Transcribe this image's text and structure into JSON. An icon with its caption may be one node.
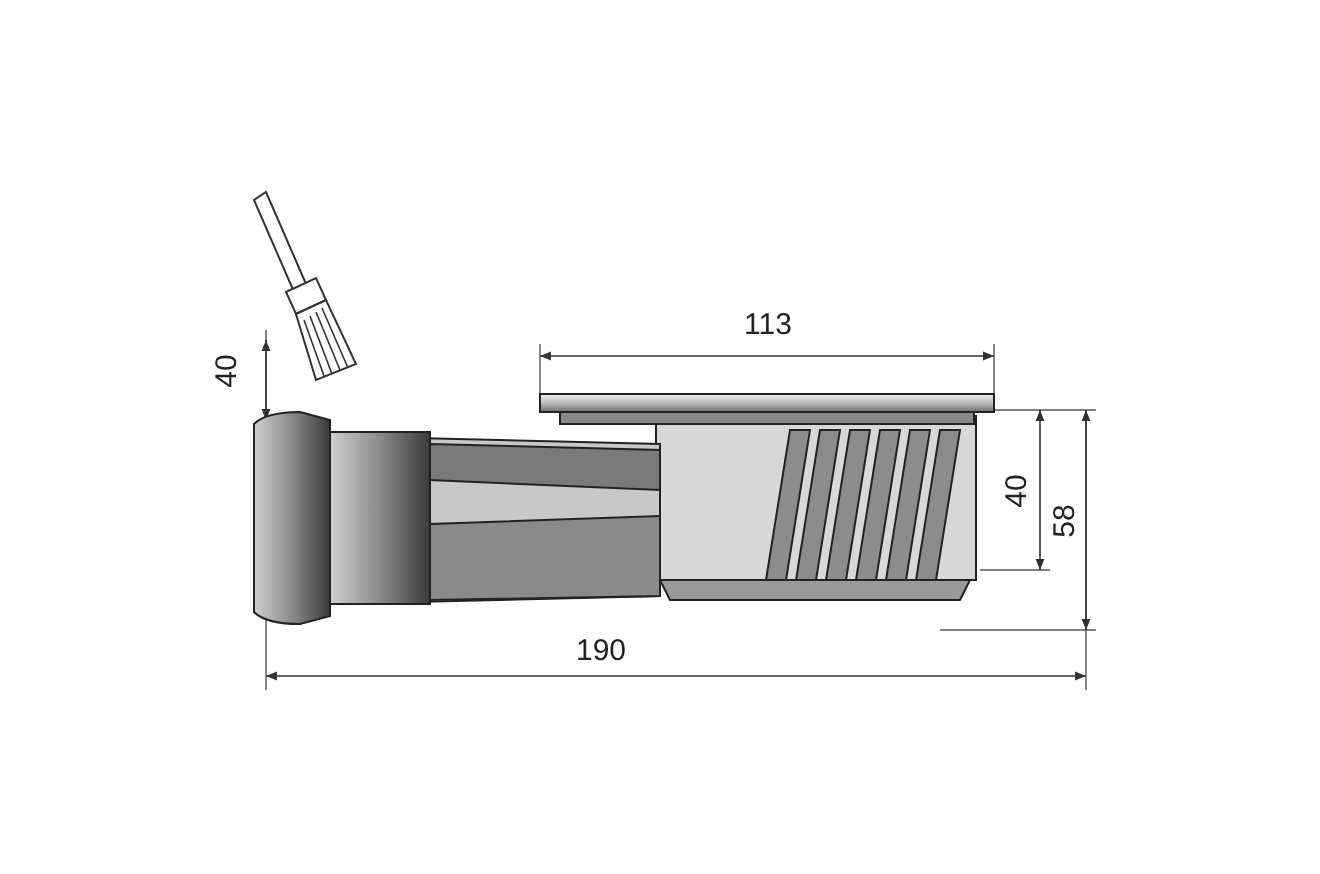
{
  "diagram": {
    "labels": [
      "40",
      "113",
      "40",
      "58",
      "190"
    ]
  }
}
